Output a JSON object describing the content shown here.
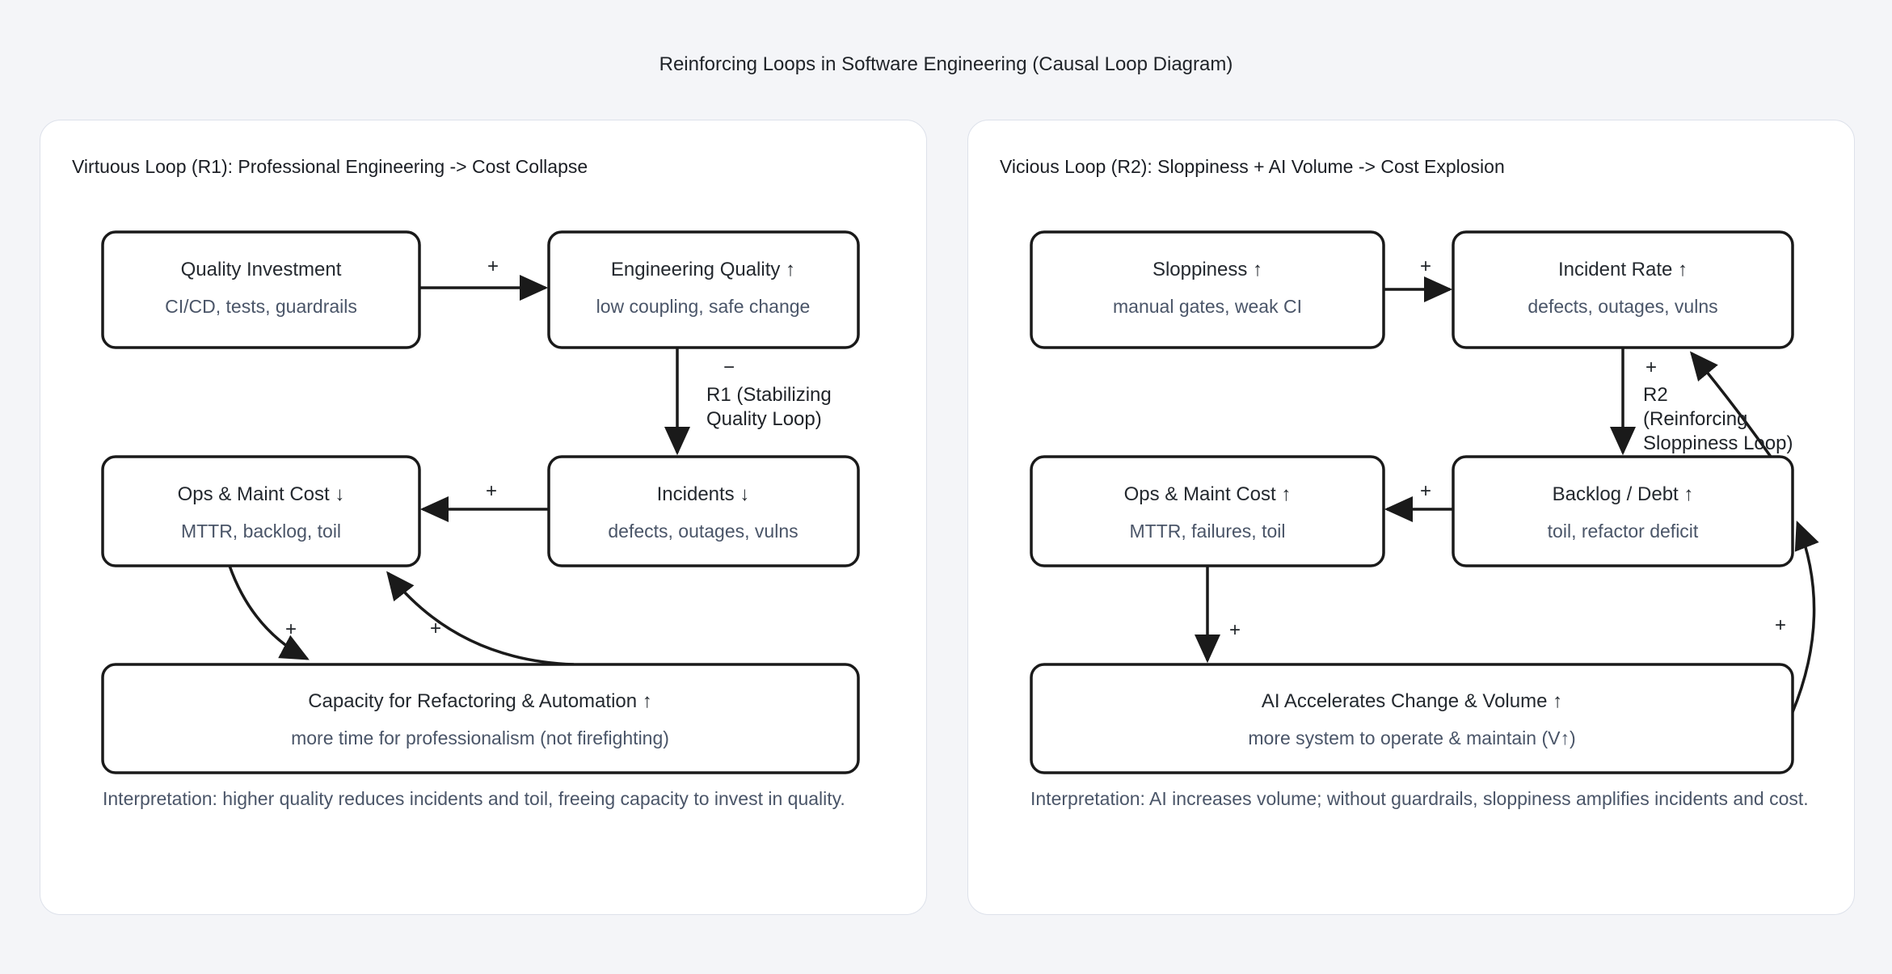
{
  "page": {
    "title": "Reinforcing Loops in Software Engineering (Causal Loop Diagram)"
  },
  "colors": {
    "page_background": "#f4f5f8",
    "panel_background": "#ffffff",
    "panel_border": "#dde1ea",
    "node_border": "#1a1a1a",
    "title_text": "#24292f",
    "subtitle_text": "#4a5568",
    "edge": "#1a1a1a"
  },
  "left": {
    "header": "Virtuous Loop (R1): Professional Engineering -> Cost Collapse",
    "nodes": {
      "quality_investment": {
        "title": "Quality Investment",
        "subtitle": "CI/CD, tests, guardrails"
      },
      "engineering_quality": {
        "title": "Engineering Quality ↑",
        "subtitle": "low coupling, safe change"
      },
      "ops_cost": {
        "title": "Ops & Maint Cost ↓",
        "subtitle": "MTTR, backlog, toil"
      },
      "incidents": {
        "title": "Incidents ↓",
        "subtitle": "defects, outages, vulns"
      },
      "capacity": {
        "title": "Capacity for Refactoring & Automation ↑",
        "subtitle": "more time for professionalism (not firefighting)"
      }
    },
    "labels": {
      "qi_eq": "+",
      "eq_inc": {
        "sign": "−",
        "line1": "R1 (Stabilizing",
        "line2": "Quality Loop)"
      },
      "inc_ops": "+",
      "ops_cap": "+",
      "cap_ops": "+"
    },
    "interpretation": "Interpretation: higher quality reduces incidents and toil, freeing capacity to invest in quality."
  },
  "right": {
    "header": "Vicious Loop (R2): Sloppiness + AI Volume -> Cost Explosion",
    "nodes": {
      "sloppiness": {
        "title": "Sloppiness ↑",
        "subtitle": "manual gates, weak CI"
      },
      "incident_rate": {
        "title": "Incident Rate ↑",
        "subtitle": "defects, outages, vulns"
      },
      "ops_cost": {
        "title": "Ops & Maint Cost ↑",
        "subtitle": "MTTR, failures, toil"
      },
      "backlog": {
        "title": "Backlog / Debt ↑",
        "subtitle": "toil, refactor deficit"
      },
      "ai_volume": {
        "title": "AI Accelerates Change & Volume ↑",
        "subtitle": "more system to operate & maintain (V↑)"
      }
    },
    "labels": {
      "slop_ir": "+",
      "ir_backlog": {
        "sign": "+",
        "line1": "R2",
        "line2": "(Reinforcing",
        "line3": "Sloppiness Loop)"
      },
      "backlog_ops": "+",
      "ops_ai": "+",
      "ai_backlog": "+"
    },
    "interpretation": "Interpretation: AI increases volume; without guardrails, sloppiness amplifies incidents and cost."
  }
}
